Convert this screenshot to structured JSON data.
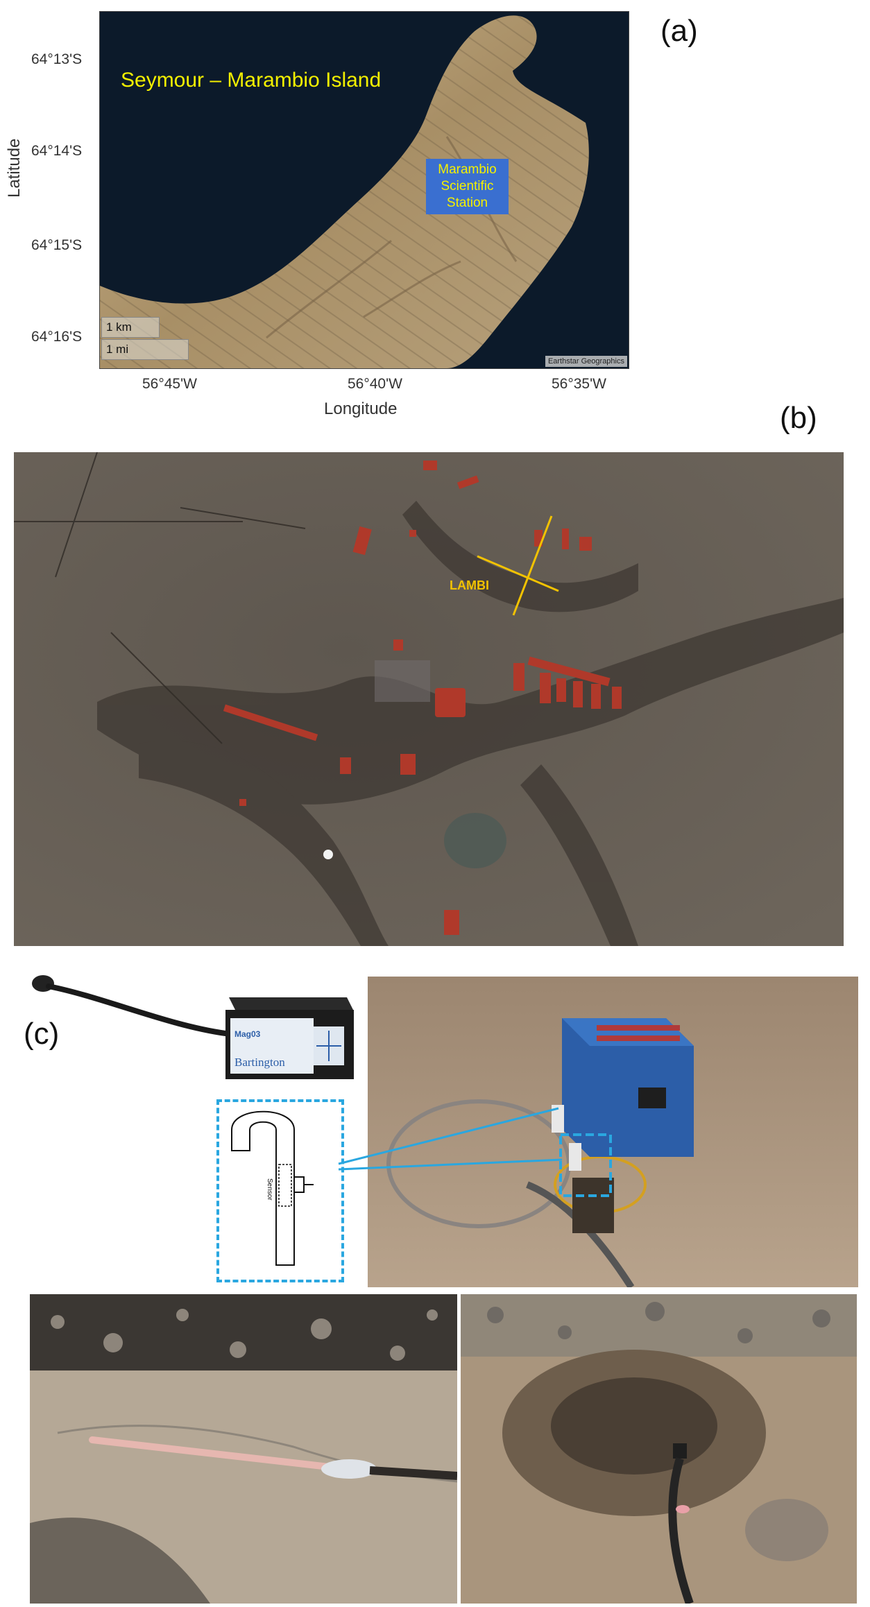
{
  "panel_a": {
    "label": "(a)",
    "map_title": "Seymour – Marambio Island",
    "station_label_lines": [
      "Marambio",
      "Scientific",
      "Station"
    ],
    "y_ticks": [
      "64°13'S",
      "64°14'S",
      "64°15'S",
      "64°16'S"
    ],
    "x_ticks": [
      "56°45'W",
      "56°40'W",
      "56°35'W"
    ],
    "xlabel": "Longitude",
    "ylabel": "Latitude",
    "scale_km": "1 km",
    "scale_mi": "1 mi",
    "attribution": "Earthstar Geographics",
    "colors": {
      "title": "#f4f000",
      "station_box": "#3a6fd0",
      "station_text": "#f4f000",
      "sea": "#0c1a2a",
      "land": "#b8a27e"
    }
  },
  "panel_b": {
    "label": "(b)",
    "marker_label": "LAMBI",
    "colors": {
      "marker": "#f2c200",
      "buildings": "#b0392a",
      "ground": "#5c544d"
    }
  },
  "panel_c": {
    "label": "(c)",
    "device_brand": "Bartington",
    "device_model": "Mag03",
    "sensor_label": "Sensor",
    "colors": {
      "dashed_box": "#2aa7e0",
      "case": "#2c5ea8"
    }
  }
}
